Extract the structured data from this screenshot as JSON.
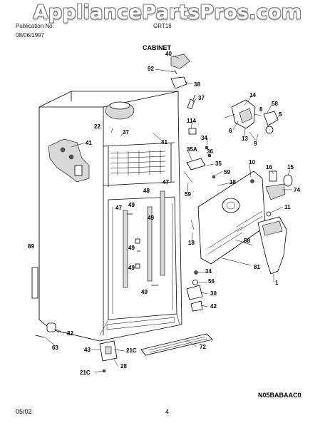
{
  "watermark": "AppliancePartsPros.com",
  "header": {
    "publication_no": "Publication No.",
    "date_code": "08/06/1997",
    "model_code": "GRT18",
    "section": "CABINET"
  },
  "footer": {
    "date": "05/02",
    "page": "4",
    "diagram_code": "N05BABAAC0"
  },
  "callouts": [
    "40",
    "92",
    "38",
    "37",
    "14",
    "58",
    "8",
    "5",
    "6",
    "13",
    "9",
    "41",
    "22",
    "37",
    "114",
    "34",
    "36",
    "35A",
    "41",
    "35",
    "59",
    "18",
    "10",
    "16",
    "15",
    "74",
    "59",
    "48",
    "47",
    "49",
    "47",
    "49",
    "89",
    "11",
    "58",
    "18",
    "81",
    "1",
    "34",
    "56",
    "30",
    "42",
    "82",
    "63",
    "43",
    "72",
    "28",
    "21C",
    "21C",
    "49",
    "49",
    "49"
  ]
}
